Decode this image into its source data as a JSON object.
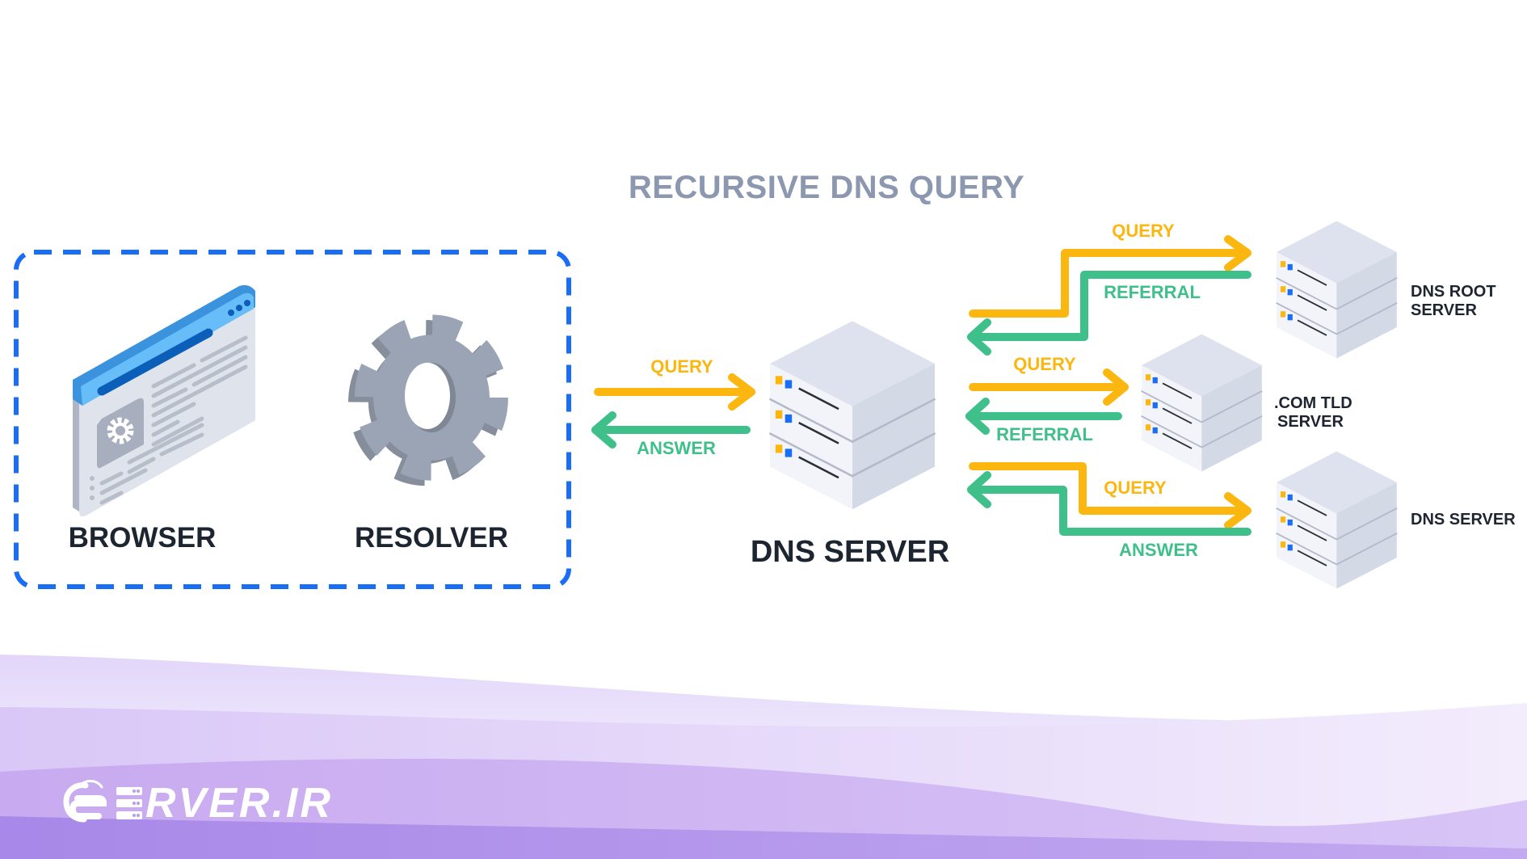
{
  "title": "RECURSIVE DNS QUERY",
  "colors": {
    "query": "#fbb710",
    "answer": "#3fc08a",
    "dashed_box": "#1a6ef5",
    "title": "#8c97b0",
    "label": "#1c2530",
    "wave": "#b89cee"
  },
  "client_group": {
    "browser": {
      "label": "BROWSER",
      "icon": "browser-window-icon"
    },
    "resolver": {
      "label": "RESOLVER",
      "icon": "gear-icon"
    }
  },
  "client_flow": {
    "query_label": "QUERY",
    "answer_label": "ANSWER"
  },
  "dns_server": {
    "label": "DNS SERVER",
    "icon": "server-stack-icon"
  },
  "upstream": [
    {
      "id": "root",
      "label_lines": [
        "DNS ROOT",
        "SERVER"
      ],
      "query_label": "QUERY",
      "response_label": "REFERRAL"
    },
    {
      "id": "tld",
      "label_lines": [
        ".COM TLD",
        "SERVER"
      ],
      "query_label": "QUERY",
      "response_label": "REFERRAL"
    },
    {
      "id": "authoritative",
      "label_lines": [
        "DNS SERVER"
      ],
      "query_label": "QUERY",
      "response_label": "ANSWER"
    }
  ],
  "brand": {
    "logo_text": "SERVER.IR",
    "icon": "cloud-server-logo-icon"
  }
}
